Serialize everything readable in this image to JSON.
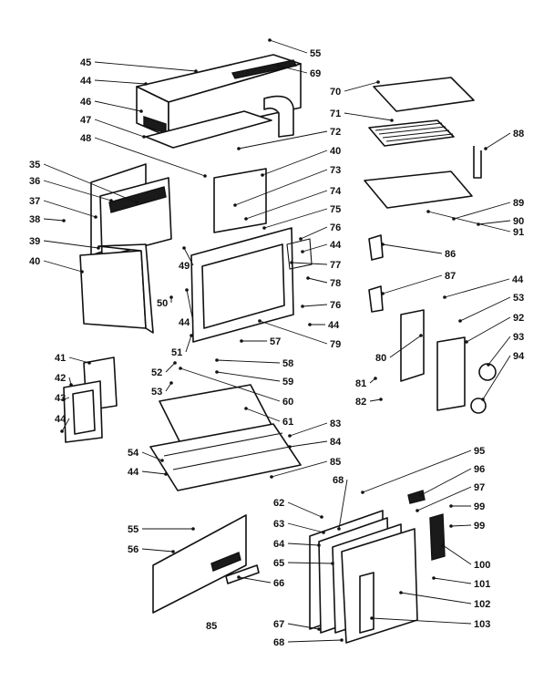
{
  "diagram": {
    "callouts": [
      "55",
      "69",
      "45",
      "44",
      "70",
      "46",
      "71",
      "47",
      "72",
      "48",
      "40",
      "88",
      "35",
      "73",
      "36",
      "74",
      "37",
      "75",
      "89",
      "38",
      "90",
      "76",
      "44",
      "39",
      "77",
      "86",
      "40",
      "78",
      "91",
      "49",
      "87",
      "50",
      "44",
      "76",
      "53",
      "44",
      "92",
      "44",
      "57",
      "51",
      "79",
      "80",
      "93",
      "41",
      "52",
      "58",
      "94",
      "59",
      "81",
      "53",
      "42",
      "60",
      "82",
      "43",
      "61",
      "44",
      "83",
      "84",
      "95",
      "54",
      "44",
      "85",
      "96",
      "68",
      "97",
      "62",
      "99",
      "63",
      "99",
      "64",
      "100",
      "55",
      "65",
      "56",
      "101",
      "66",
      "102",
      "85",
      "67",
      "103",
      "68"
    ]
  }
}
